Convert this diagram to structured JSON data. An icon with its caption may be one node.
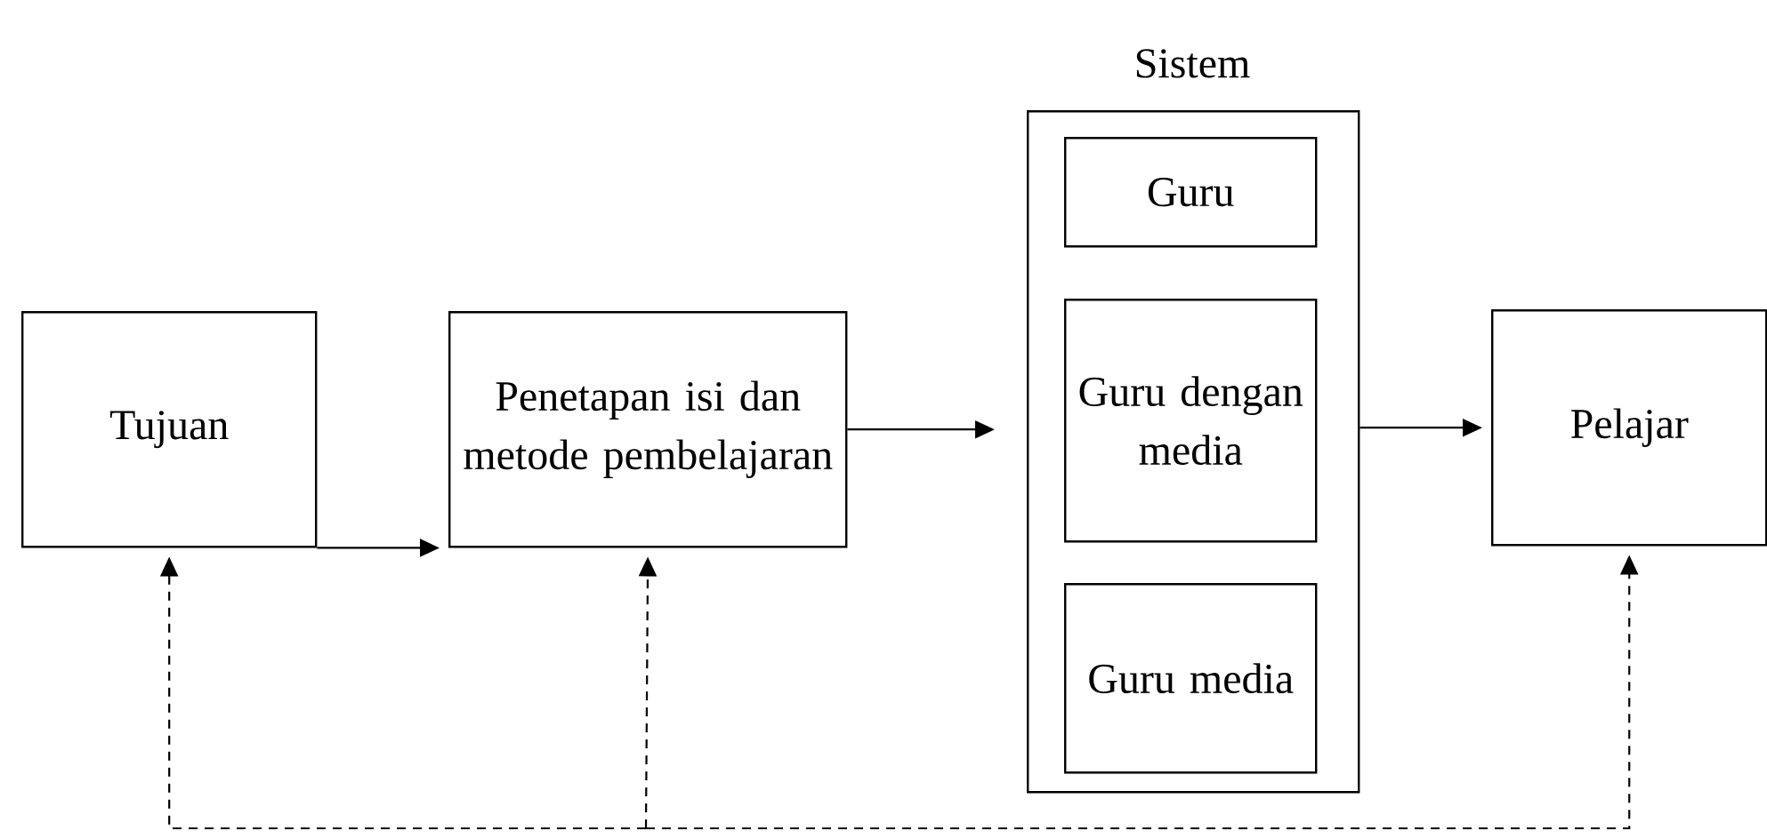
{
  "diagram": {
    "nodes": [
      {
        "text": [
          "Tujuan"
        ]
      },
      {
        "text": [
          "Penetapan isi dan metode pembelajaran"
        ]
      },
      {
        "text": [
          "Sistem"
        ]
      },
      {
        "text": [
          "Guru"
        ],
        "in": 2
      },
      {
        "text": [
          "Guru dengan media"
        ],
        "in": 2
      },
      {
        "text": [
          "Guru media"
        ],
        "in": 2
      },
      {
        "text": [
          "Pelajar"
        ]
      }
    ],
    "edges": [
      {
        "from": 0,
        "to": 1,
        "arrow": "to"
      },
      {
        "from": 1,
        "to": 2,
        "arrow": "to"
      },
      {
        "from": 2,
        "to": 6,
        "arrow": "to"
      },
      {
        "from": null,
        "to": 0,
        "arrow": "to",
        "style": "dashed"
      },
      {
        "from": null,
        "to": 1,
        "arrow": "to",
        "style": "dashed"
      },
      {
        "from": null,
        "to": 6,
        "arrow": "to",
        "style": "dashed"
      }
    ]
  }
}
